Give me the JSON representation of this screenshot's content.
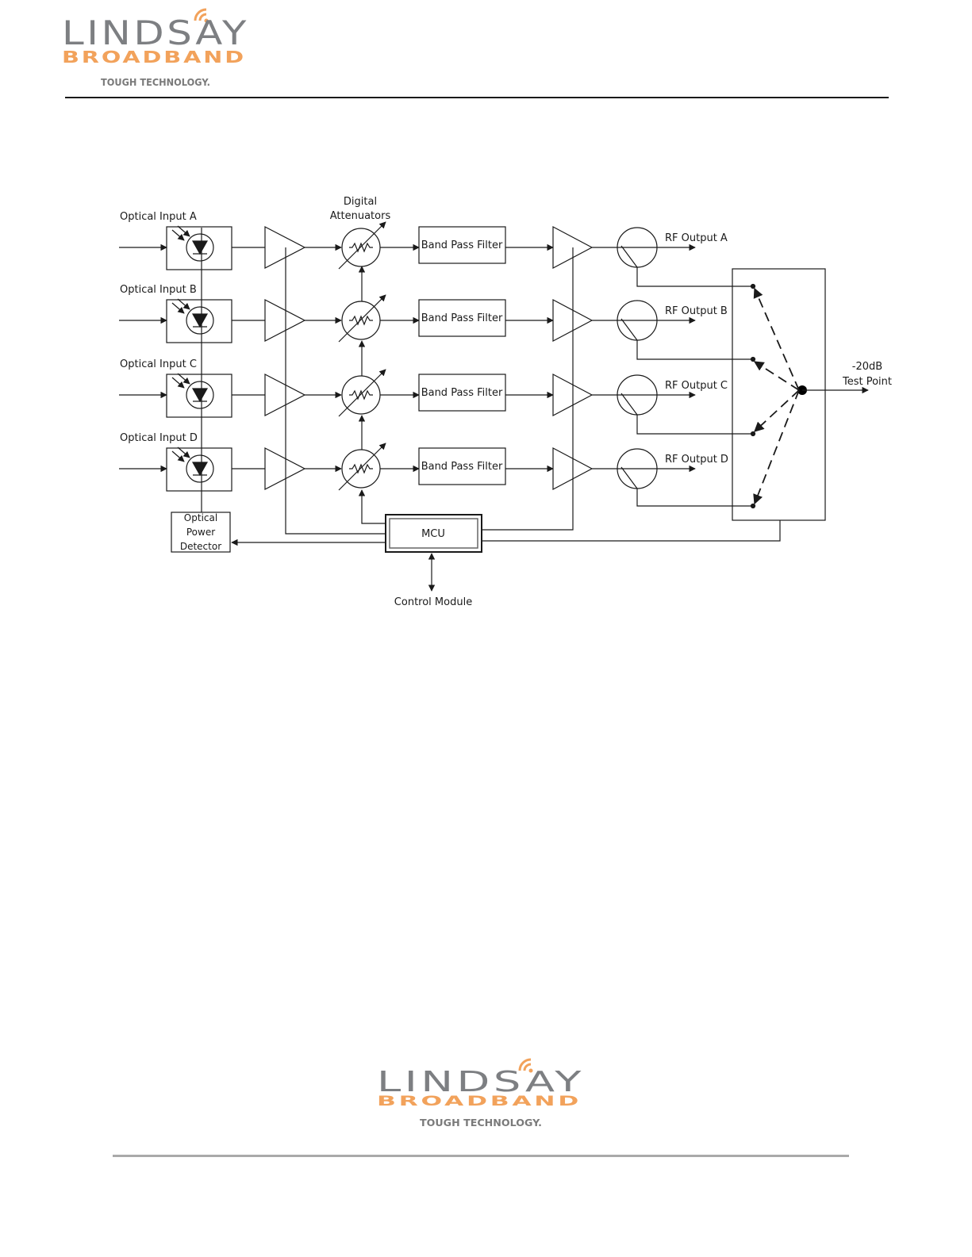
{
  "header": {
    "logo": {
      "name_top": "LINDSAY",
      "name_bottom": "BROADBAND",
      "tagline": "TOUGH TECHNOLOGY."
    }
  },
  "footer": {
    "logo": {
      "name_top": "LINDSAY",
      "name_bottom": "BROADBAND",
      "tagline": "TOUGH TECHNOLOGY."
    }
  },
  "colors": {
    "logo_gray": "#7d7f82",
    "logo_orange": "#f2a25b",
    "tagline_gray": "#7a7a7a",
    "line": "#1a1a1a"
  },
  "diagram": {
    "digital_attenuators_label": [
      "Digital",
      "Attenuators"
    ],
    "channels": [
      {
        "input_label": "Optical Input A",
        "filter_label": "Band Pass Filter",
        "output_label": "RF Output A"
      },
      {
        "input_label": "Optical Input B",
        "filter_label": "Band Pass Filter",
        "output_label": "RF Output B"
      },
      {
        "input_label": "Optical Input C",
        "filter_label": "Band Pass Filter",
        "output_label": "RF Output C"
      },
      {
        "input_label": "Optical Input D",
        "filter_label": "Band Pass Filter",
        "output_label": "RF Output D"
      }
    ],
    "optical_power_detector": [
      "Optical",
      "Power",
      "Detector"
    ],
    "mcu_label": "MCU",
    "control_module_label": "Control Module",
    "test_point_label": [
      "-20dB",
      "Test Point"
    ]
  }
}
